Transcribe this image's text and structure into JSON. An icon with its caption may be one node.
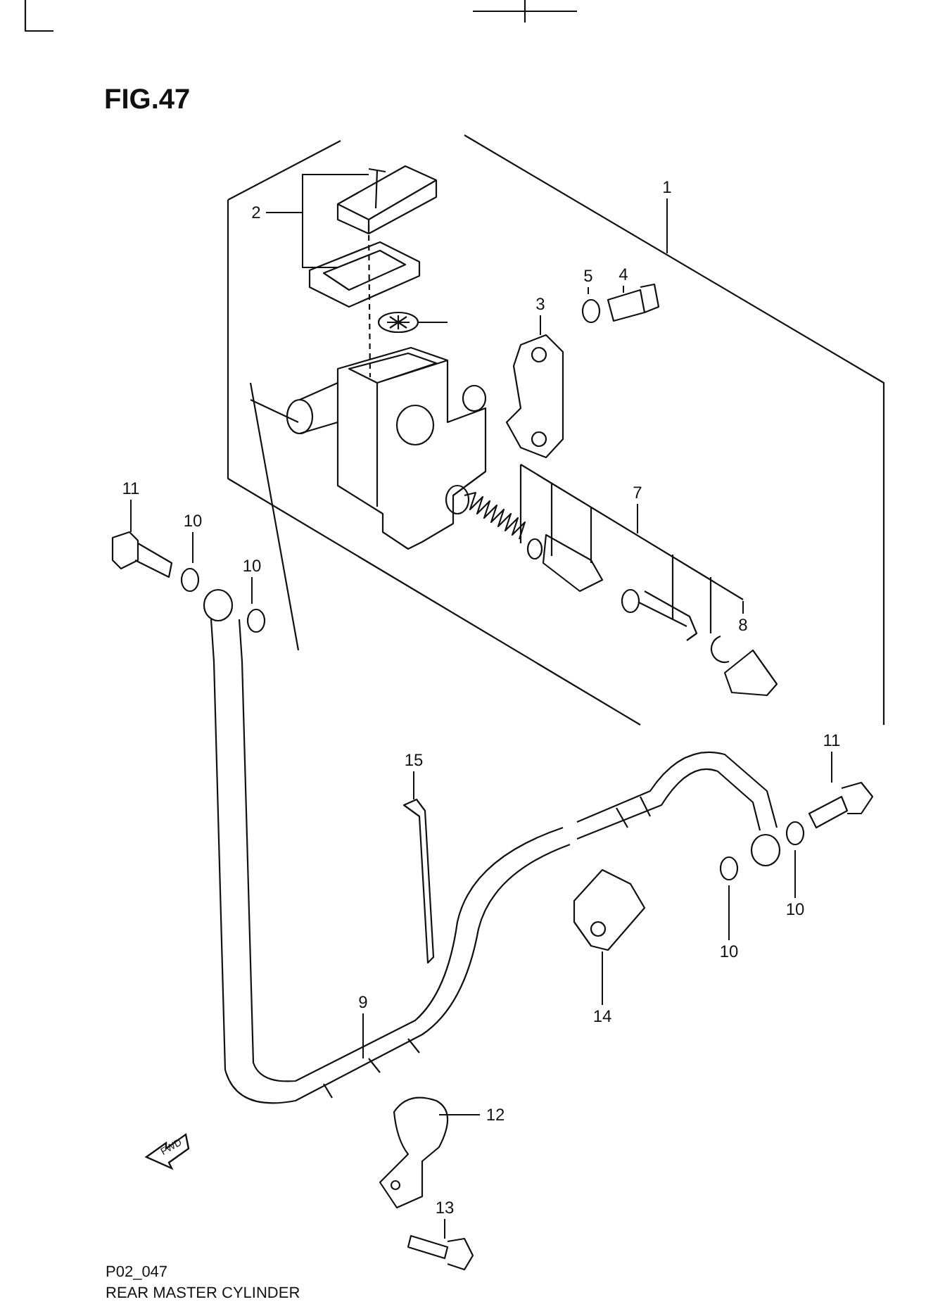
{
  "diagram": {
    "title": "FIG.47",
    "caption": "REAR MASTER CYLINDER",
    "nodes": [
      {
        "text": [
          "1"
        ]
      },
      {
        "text": [
          "2"
        ]
      },
      {
        "text": [
          "4"
        ]
      },
      {
        "text": [
          "5"
        ]
      },
      {
        "text": [
          "3"
        ]
      },
      {
        "text": [
          "11"
        ]
      },
      {
        "text": [
          "7"
        ]
      },
      {
        "text": [
          "10"
        ]
      },
      {
        "text": [
          "10"
        ]
      },
      {
        "text": [
          "8"
        ]
      },
      {
        "text": [
          "11"
        ]
      },
      {
        "text": [
          "15"
        ]
      },
      {
        "text": [
          "10"
        ]
      },
      {
        "text": [
          "10"
        ]
      },
      {
        "text": [
          "9"
        ]
      },
      {
        "text": [
          "14"
        ]
      },
      {
        "text": [
          "12"
        ]
      },
      {
        "text": [
          "13"
        ]
      }
    ],
    "edges": [
      {
        "from": 0,
        "to": null,
        "arrow": "none"
      },
      {
        "from": 1,
        "to": null,
        "arrow": "none"
      },
      {
        "from": 1,
        "to": null,
        "arrow": "none"
      },
      {
        "from": 2,
        "to": null,
        "arrow": "none"
      },
      {
        "from": 3,
        "to": null,
        "arrow": "none"
      },
      {
        "from": 4,
        "to": null,
        "arrow": "none"
      },
      {
        "from": 5,
        "to": null,
        "arrow": "none"
      },
      {
        "from": 6,
        "to": null,
        "arrow": "none"
      },
      {
        "from": 7,
        "to": null,
        "arrow": "none"
      },
      {
        "from": 8,
        "to": null,
        "arrow": "none"
      },
      {
        "from": 9,
        "to": null,
        "arrow": "none"
      },
      {
        "from": 10,
        "to": null,
        "arrow": "none"
      },
      {
        "from": 11,
        "to": null,
        "arrow": "none"
      },
      {
        "from": 12,
        "to": null,
        "arrow": "none"
      },
      {
        "from": 13,
        "to": null,
        "arrow": "none"
      },
      {
        "from": 14,
        "to": null,
        "arrow": "none"
      },
      {
        "from": 15,
        "to": null,
        "arrow": "none"
      },
      {
        "from": 16,
        "to": null,
        "arrow": "none"
      },
      {
        "from": 17,
        "to": null,
        "arrow": "none"
      }
    ],
    "labels": [
      "FWD",
      "P02_047"
    ]
  }
}
